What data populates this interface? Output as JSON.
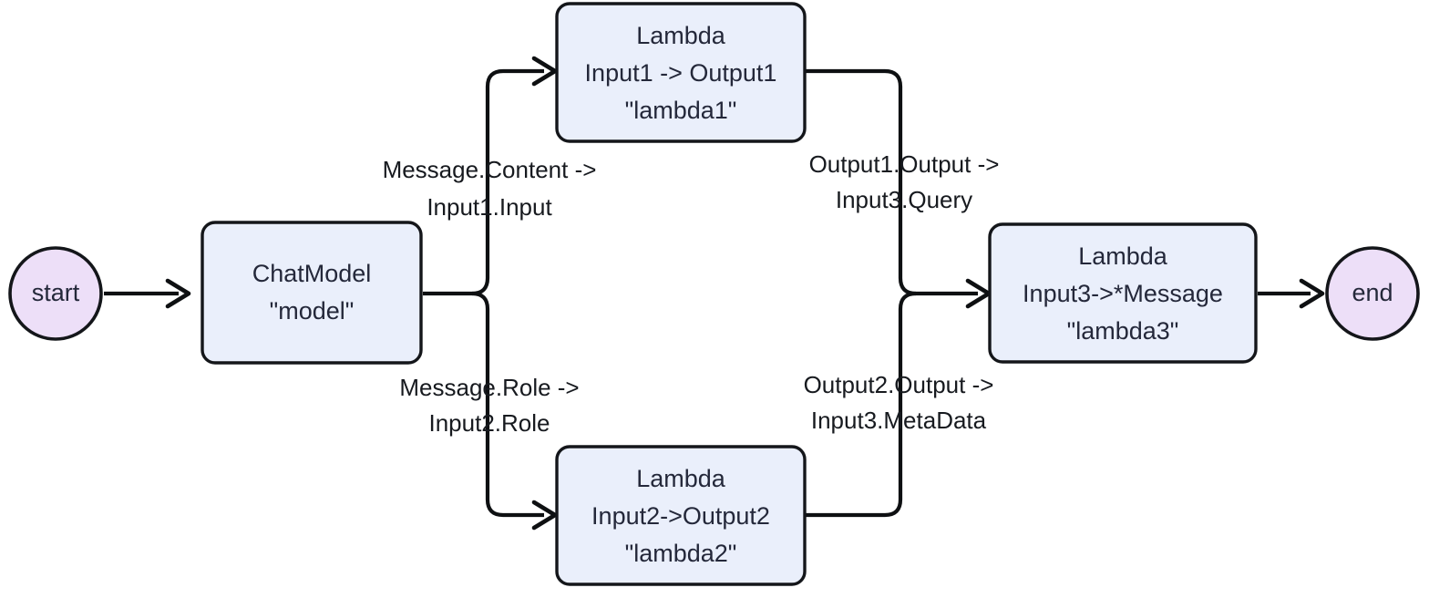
{
  "diagram": {
    "type": "flowchart",
    "direction": "left-to-right",
    "background_color": "#ffffff",
    "node_fill_color": "#eaeffb",
    "terminal_fill_color": "#eddff8",
    "stroke_color": "#14161a",
    "text_color": "#24283a"
  },
  "nodes": {
    "start": {
      "id": "start",
      "shape": "circle",
      "label": "start"
    },
    "model": {
      "id": "model",
      "shape": "rounded-rect",
      "line1": "ChatModel",
      "line2": "\"model\""
    },
    "lambda1": {
      "id": "lambda1",
      "shape": "rounded-rect",
      "line1": "Lambda",
      "line2": "Input1 -> Output1",
      "line3": "\"lambda1\""
    },
    "lambda2": {
      "id": "lambda2",
      "shape": "rounded-rect",
      "line1": "Lambda",
      "line2": "Input2->Output2",
      "line3": "\"lambda2\""
    },
    "lambda3": {
      "id": "lambda3",
      "shape": "rounded-rect",
      "line1": "Lambda",
      "line2": "Input3->*Message",
      "line3": "\"lambda3\""
    },
    "end": {
      "id": "end",
      "shape": "circle",
      "label": "end"
    }
  },
  "edges": [
    {
      "id": "start-to-model",
      "from": "start",
      "to": "model",
      "label_line1": "",
      "label_line2": ""
    },
    {
      "id": "model-to-lambda1",
      "from": "model",
      "to": "lambda1",
      "label_line1": "Message.Content ->",
      "label_line2": "Input1.Input"
    },
    {
      "id": "model-to-lambda2",
      "from": "model",
      "to": "lambda2",
      "label_line1": "Message.Role ->",
      "label_line2": "Input2.Role"
    },
    {
      "id": "lambda1-to-lambda3",
      "from": "lambda1",
      "to": "lambda3",
      "label_line1": "Output1.Output ->",
      "label_line2": "Input3.Query"
    },
    {
      "id": "lambda2-to-lambda3",
      "from": "lambda2",
      "to": "lambda3",
      "label_line1": "Output2.Output ->",
      "label_line2": "Input3.MetaData"
    },
    {
      "id": "lambda3-to-end",
      "from": "lambda3",
      "to": "end",
      "label_line1": "",
      "label_line2": ""
    }
  ]
}
